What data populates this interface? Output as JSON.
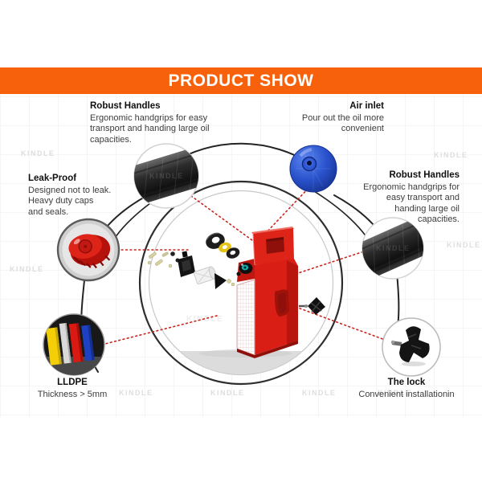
{
  "banner": {
    "title": "PRODUCT SHOW",
    "bg_color": "#F7610B",
    "text_color": "#FFFFFF"
  },
  "watermark": {
    "text": "KINDLE"
  },
  "callouts": {
    "top_left": {
      "title": "Robust Handles",
      "lines": [
        "Ergonomic handgrips for easy",
        "transport and handing large oil",
        "capacities."
      ]
    },
    "top_right": {
      "title": "Air inlet",
      "lines": [
        "Pour out the oil more",
        "convenient"
      ]
    },
    "mid_left": {
      "title": "Leak-Proof",
      "lines": [
        "Designed not to leak.",
        "Heavy duty caps",
        "and seals."
      ]
    },
    "mid_right": {
      "title": "Robust Handles",
      "lines": [
        "Ergonomic handgrips for",
        "easy transport and",
        "handing large oil",
        "capacities."
      ]
    },
    "bottom_left": {
      "title": "LLDPE",
      "lines": [
        "Thickness > 5mm"
      ]
    },
    "bottom_right": {
      "title": "The lock",
      "lines": [
        "Convenient installationin"
      ]
    }
  },
  "photos": {
    "top_left_circle": "black rubber handle grip",
    "top_right_circle": "blue air-inlet vent cap",
    "mid_left_circle": "red leak-proof cap",
    "mid_right_circle": "black rubber handle grip",
    "bottom_left_circle": "LLDPE colored plastic sheets",
    "bottom_right_circle": "black locking wing knob"
  },
  "colors": {
    "accent_orange": "#F7610B",
    "leader_red": "#C8251E",
    "can_red": "#D81E15",
    "cap_blue": "#2A52CC",
    "teal_spout": "#17ADAD"
  }
}
